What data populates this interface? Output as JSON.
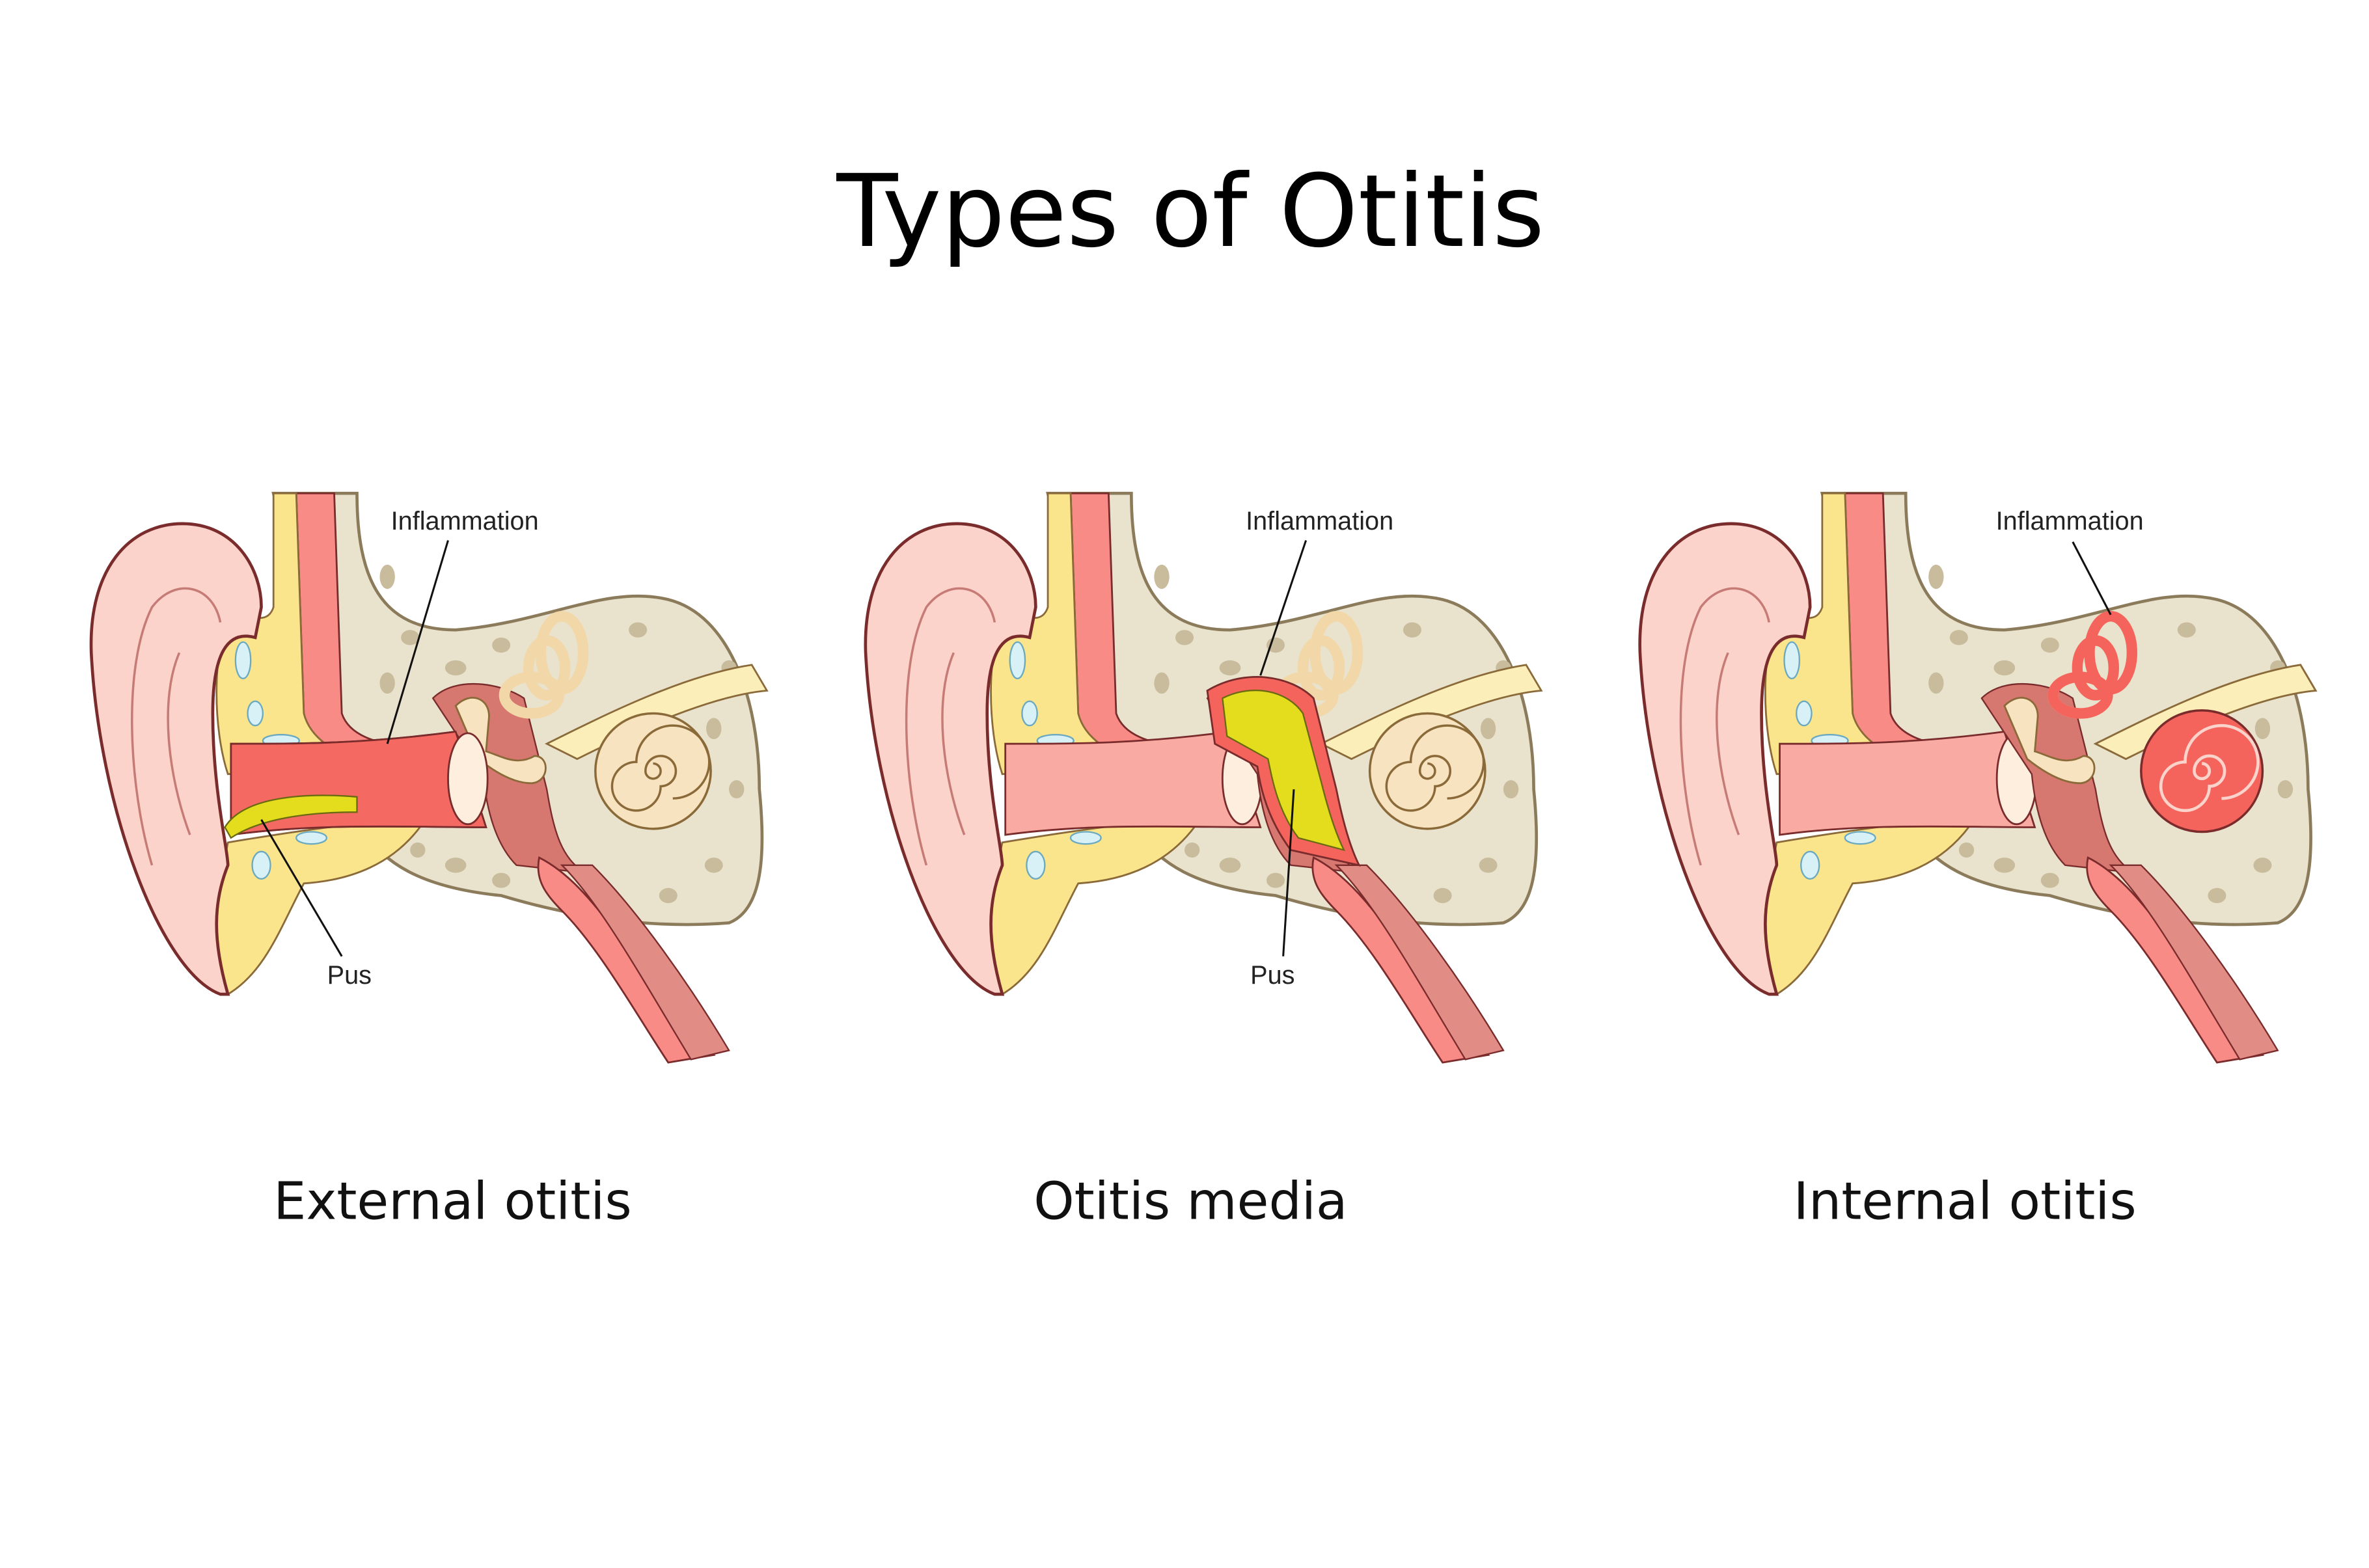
{
  "title": "Types of Otitis",
  "panels": [
    {
      "caption": "External otitis",
      "labels": {
        "inflammation": "Inflammation",
        "pus": "Pus"
      }
    },
    {
      "caption": "Otitis media",
      "labels": {
        "inflammation": "Inflammation",
        "pus": "Pus"
      }
    },
    {
      "caption": "Internal otitis",
      "labels": {
        "inflammation": "Inflammation"
      }
    }
  ],
  "colors": {
    "inflammation": "#f4645c",
    "pus": "#e3dd1e",
    "bone": "#e9e2cd",
    "cartilage": "#fbe58c",
    "skin": "#fcd3cb"
  }
}
